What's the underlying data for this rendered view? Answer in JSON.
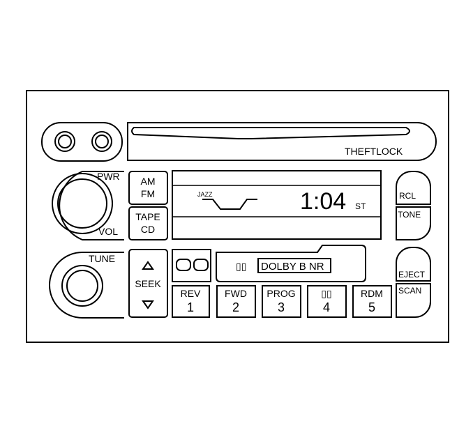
{
  "faceplate": {
    "theftlock_label": "THEFTLOCK"
  },
  "left_controls": {
    "pwr_label": "PWR",
    "vol_label": "VOL",
    "tune_label": "TUNE"
  },
  "band_buttons": {
    "am_fm": [
      "AM",
      "FM"
    ],
    "tape_cd": [
      "TAPE",
      "CD"
    ]
  },
  "display": {
    "eq_label": "JAZZ",
    "time": "1:04",
    "stereo_indicator": "ST"
  },
  "seek": {
    "label": "SEEK",
    "up_icon": "triangle-up",
    "down_icon": "triangle-down"
  },
  "cassette": {
    "dolby_symbol": "▯▯",
    "dolby_label": "DOLBY B NR"
  },
  "presets": [
    {
      "label": "REV",
      "number": "1"
    },
    {
      "label": "FWD",
      "number": "2"
    },
    {
      "label": "PROG",
      "number": "3"
    },
    {
      "label": "▯▯",
      "number": "4"
    },
    {
      "label": "RDM",
      "number": "5"
    }
  ],
  "right_buttons": {
    "rcl": "RCL",
    "tone": "TONE",
    "eject": "EJECT",
    "scan": "SCAN"
  }
}
